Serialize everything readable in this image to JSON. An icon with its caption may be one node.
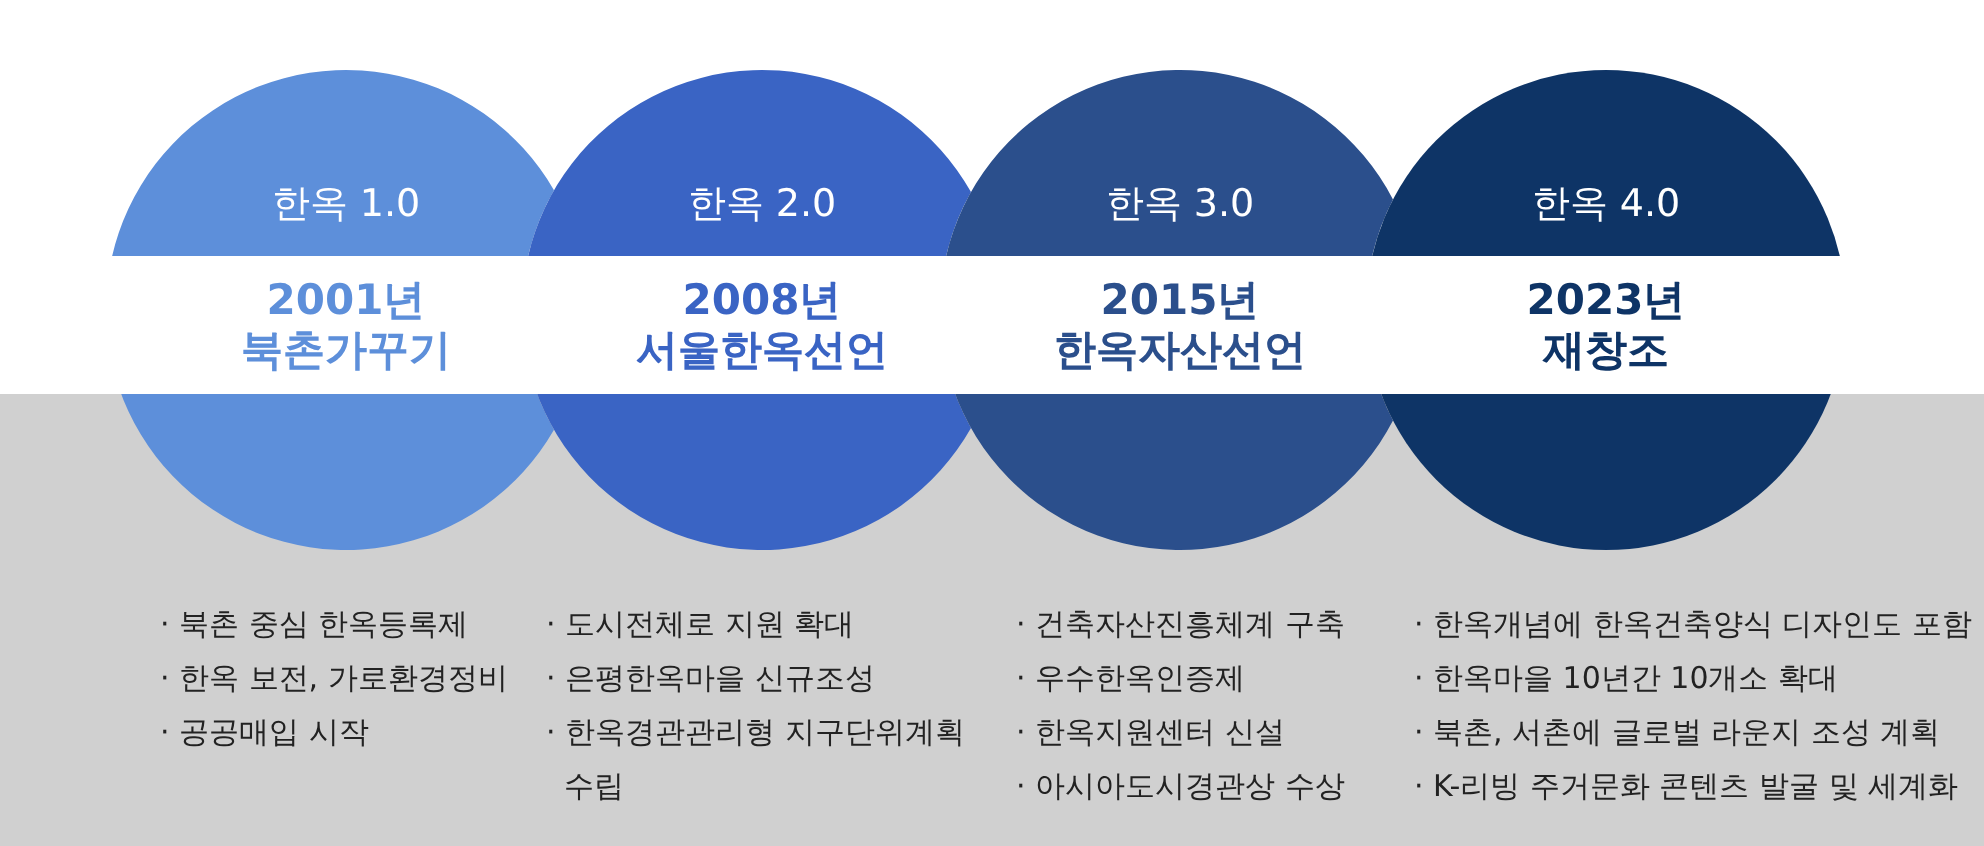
{
  "diagram": {
    "nodes": [
      {
        "text": [
          "한옥 1.0",
          "2001년 북촌가꾸기"
        ],
        "beside": [
          "· 북촌 중심 한옥등록제",
          "· 한옥 보전, 가로환경정비",
          "· 공공매입 시작"
        ]
      },
      {
        "text": [
          "한옥 2.0",
          "2008년 서울한옥선언"
        ],
        "beside": [
          "· 도시전체로 지원 확대",
          "· 은평한옥마을 신규조성",
          "· 한옥경관관리형 지구단위계획 수립"
        ]
      },
      {
        "text": [
          "한옥 3.0",
          "2015년 한옥자산선언"
        ],
        "beside": [
          "· 건축자산진흥체계 구축",
          "· 우수한옥인증제",
          "· 한옥지원센터 신설",
          "· 아시아도시경관상 수상"
        ]
      },
      {
        "text": [
          "한옥 4.0",
          "2023년 재창조"
        ],
        "beside": [
          "· 한옥개념에 한옥건축양식 디자인도 포함",
          "· 한옥마을 10년간 10개소 확대",
          "· 북촌, 서촌에 글로벌 라운지 조성 계획",
          "· K-리빙 주거문화 콘텐츠 발굴 및 세계화"
        ]
      }
    ]
  }
}
